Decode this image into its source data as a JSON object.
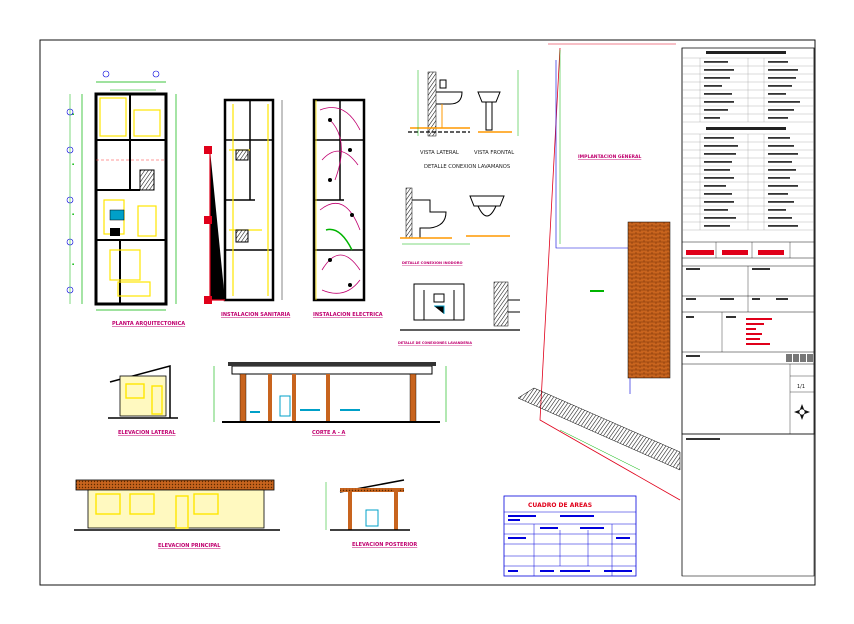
{
  "drawing": {
    "caption_lavamanos": "DETALLE CONEXION LAVAMANOS",
    "vista_lateral": "VISTA LATERAL",
    "vista_frontal": "VISTA FRONTAL",
    "scale": "1/1"
  },
  "colors": {
    "wall": "#1a1a1a",
    "magenta": "#c0006f",
    "yellow": "#ffe600",
    "green": "#00b400",
    "red": "#e0001a",
    "blue": "#0000dd",
    "cyan": "#00a0c8",
    "brick": "#c8641e"
  },
  "icons": [
    "north-arrow-icon",
    "scale-graphic-icon"
  ]
}
